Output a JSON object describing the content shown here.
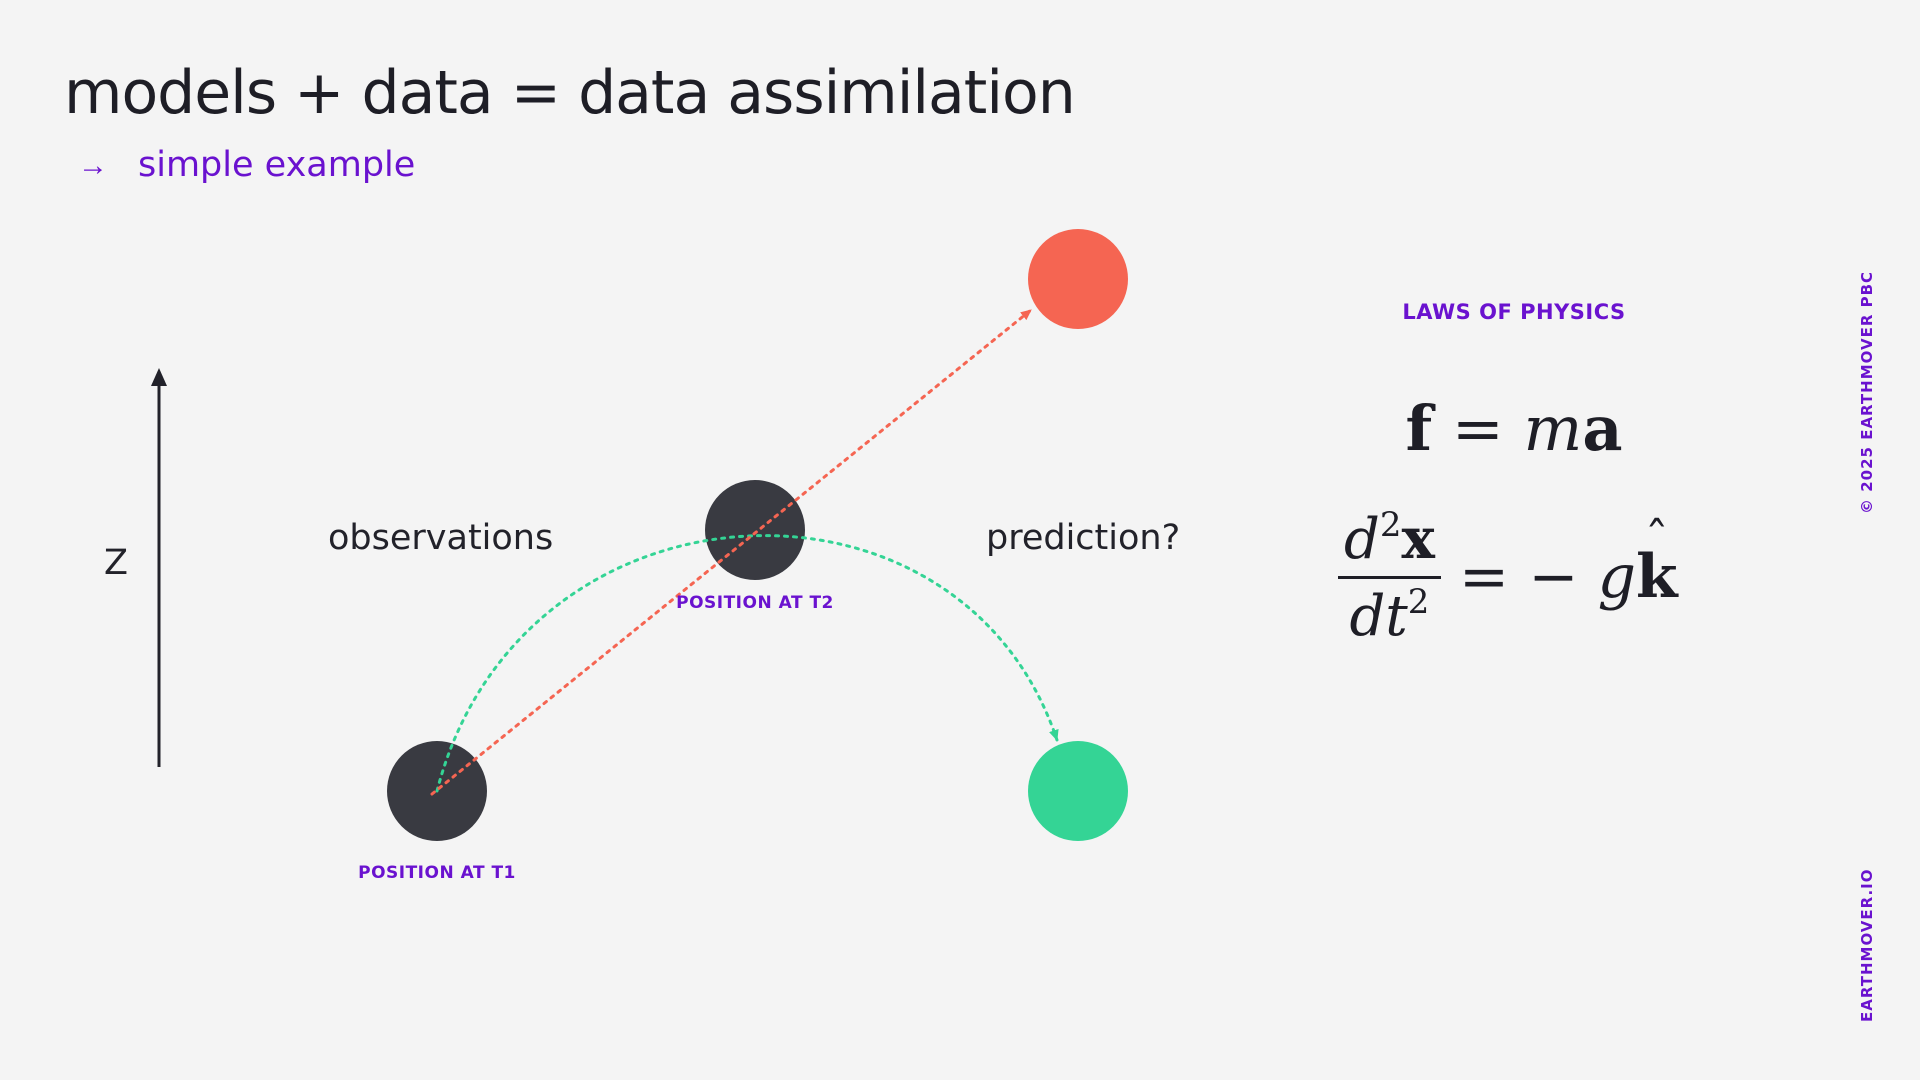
{
  "slide": {
    "title": "models + data = data assimilation",
    "subtitle": "simple example",
    "subtitle_arrow": "→"
  },
  "diagram": {
    "axis_label": "Z",
    "observations_label": "observations",
    "prediction_label": "prediction?",
    "position_t1_label": "POSITION AT T1",
    "position_t2_label": "POSITION AT T2"
  },
  "physics": {
    "heading": "LAWS OF PHYSICS",
    "eq1_f": "f",
    "eq1_equals": " = ",
    "eq1_m": "m",
    "eq1_a": "a",
    "eq2_num_d": "d",
    "eq2_num_exp": "2",
    "eq2_num_x": "x",
    "eq2_den_dt": "dt",
    "eq2_den_exp": "2",
    "eq2_rhs_prefix": "= − ",
    "eq2_rhs_g": "g",
    "eq2_rhs_k": "k",
    "eq2_rhs_hat": "ˆ"
  },
  "footer": {
    "copyright": "© 2025 EARTHMOVER PBC",
    "website": "EARTHMOVER.IO"
  },
  "colors": {
    "accent_purple": "#6a12cf",
    "observation_dark": "#393a41",
    "linear_red": "#f56552",
    "physics_green": "#34d495",
    "background": "#f4f4f4"
  }
}
